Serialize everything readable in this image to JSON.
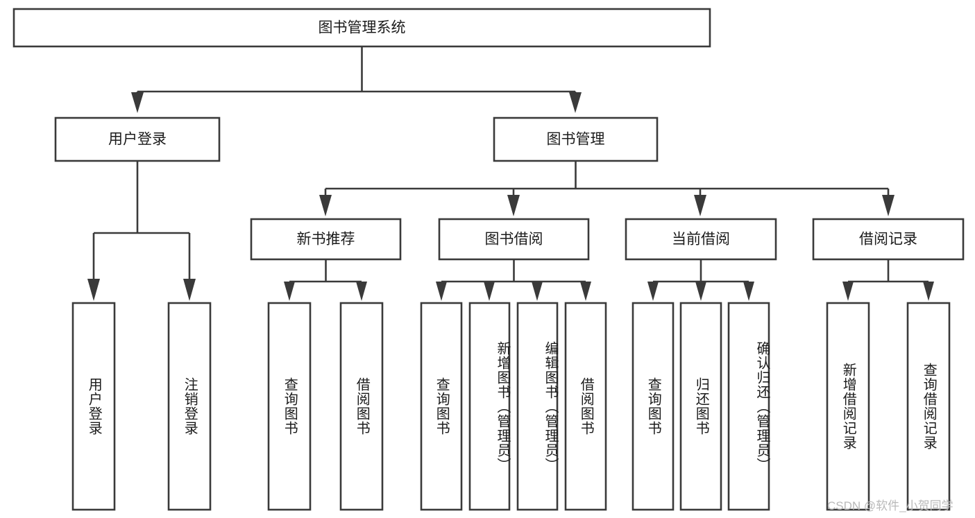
{
  "diagram": {
    "title": "图书管理系统",
    "type": "tree",
    "orientation": "top-down",
    "watermark": "CSDN @软件_小贺同学",
    "colors": {
      "box_stroke": "#3a3a3a",
      "box_fill": "#ffffff",
      "connector": "#3a3a3a",
      "text": "#1b1b1b",
      "watermark": "#b9b9b9",
      "background": "#ffffff"
    },
    "root": {
      "id": "root",
      "label": "图书管理系统",
      "orientation": "horizontal"
    },
    "level2": [
      {
        "id": "user-login",
        "label": "用户登录",
        "orientation": "horizontal"
      },
      {
        "id": "book-manage",
        "label": "图书管理",
        "orientation": "horizontal"
      }
    ],
    "level3": [
      {
        "id": "new-book-recommend",
        "label": "新书推荐",
        "parent": "book-manage",
        "orientation": "horizontal"
      },
      {
        "id": "book-borrow",
        "label": "图书借阅",
        "parent": "book-manage",
        "orientation": "horizontal"
      },
      {
        "id": "current-borrow",
        "label": "当前借阅",
        "parent": "book-manage",
        "orientation": "horizontal"
      },
      {
        "id": "borrow-record",
        "label": "借阅记录",
        "parent": "book-manage",
        "orientation": "horizontal"
      }
    ],
    "leaves": [
      {
        "id": "leaf-user-login",
        "label": "用户登录",
        "parent": "user-login",
        "orientation": "vertical"
      },
      {
        "id": "leaf-logout-login",
        "label": "注销登录",
        "parent": "user-login",
        "orientation": "vertical"
      },
      {
        "id": "leaf-query-book-1",
        "label": "查询图书",
        "parent": "new-book-recommend",
        "orientation": "vertical"
      },
      {
        "id": "leaf-borrow-book-1",
        "label": "借阅图书",
        "parent": "new-book-recommend",
        "orientation": "vertical"
      },
      {
        "id": "leaf-query-book-2",
        "label": "查询图书",
        "parent": "book-borrow",
        "orientation": "vertical"
      },
      {
        "id": "leaf-add-book",
        "label": "新增图书（管理员）",
        "parent": "book-borrow",
        "orientation": "vertical"
      },
      {
        "id": "leaf-edit-book",
        "label": "编辑图书（管理员）",
        "parent": "book-borrow",
        "orientation": "vertical"
      },
      {
        "id": "leaf-borrow-book-2",
        "label": "借阅图书",
        "parent": "book-borrow",
        "orientation": "vertical"
      },
      {
        "id": "leaf-query-book-3",
        "label": "查询图书",
        "parent": "current-borrow",
        "orientation": "vertical"
      },
      {
        "id": "leaf-return-book",
        "label": "归还图书",
        "parent": "current-borrow",
        "orientation": "vertical"
      },
      {
        "id": "leaf-confirm-return",
        "label": "确认归还（管理员）",
        "parent": "current-borrow",
        "orientation": "vertical"
      },
      {
        "id": "leaf-add-record",
        "label": "新增借阅记录",
        "parent": "borrow-record",
        "orientation": "vertical"
      },
      {
        "id": "leaf-query-record",
        "label": "查询借阅记录",
        "parent": "borrow-record",
        "orientation": "vertical"
      }
    ]
  }
}
